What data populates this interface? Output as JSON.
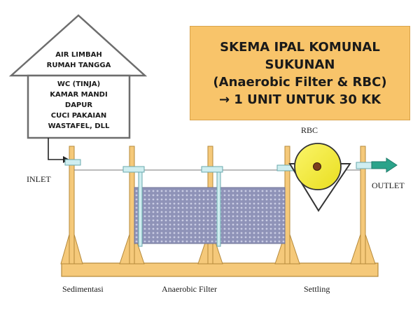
{
  "title": {
    "lines": [
      "SKEMA IPAL KOMUNAL",
      "SUKUNAN",
      "(Anaerobic Filter & RBC)",
      "→ 1 UNIT UNTUK 30 KK"
    ]
  },
  "house": {
    "roof_lines": [
      "AIR LIMBAH",
      "RUMAH TANGGA"
    ],
    "sources": [
      "WC (TINJA)",
      "KAMAR MANDI",
      "DAPUR",
      "CUCI PAKAIAN",
      "WASTAFEL, DLL"
    ]
  },
  "labels": {
    "inlet": "INLET",
    "outlet": "OUTLET",
    "rbc": "RBC",
    "sedimentation": "Sedimentasi",
    "anaerobic_filter": "Anaerobic Filter",
    "settling": "Settling"
  },
  "colors": {
    "title_box": "#f8c46a",
    "wood": "#f5c97a",
    "wood_border": "#b5893a",
    "pipe": "#cfeef0",
    "filter_media": "#8f93b8",
    "rbc_disk": "#f7f03a",
    "outlet_arrow": "#2aa38a"
  }
}
